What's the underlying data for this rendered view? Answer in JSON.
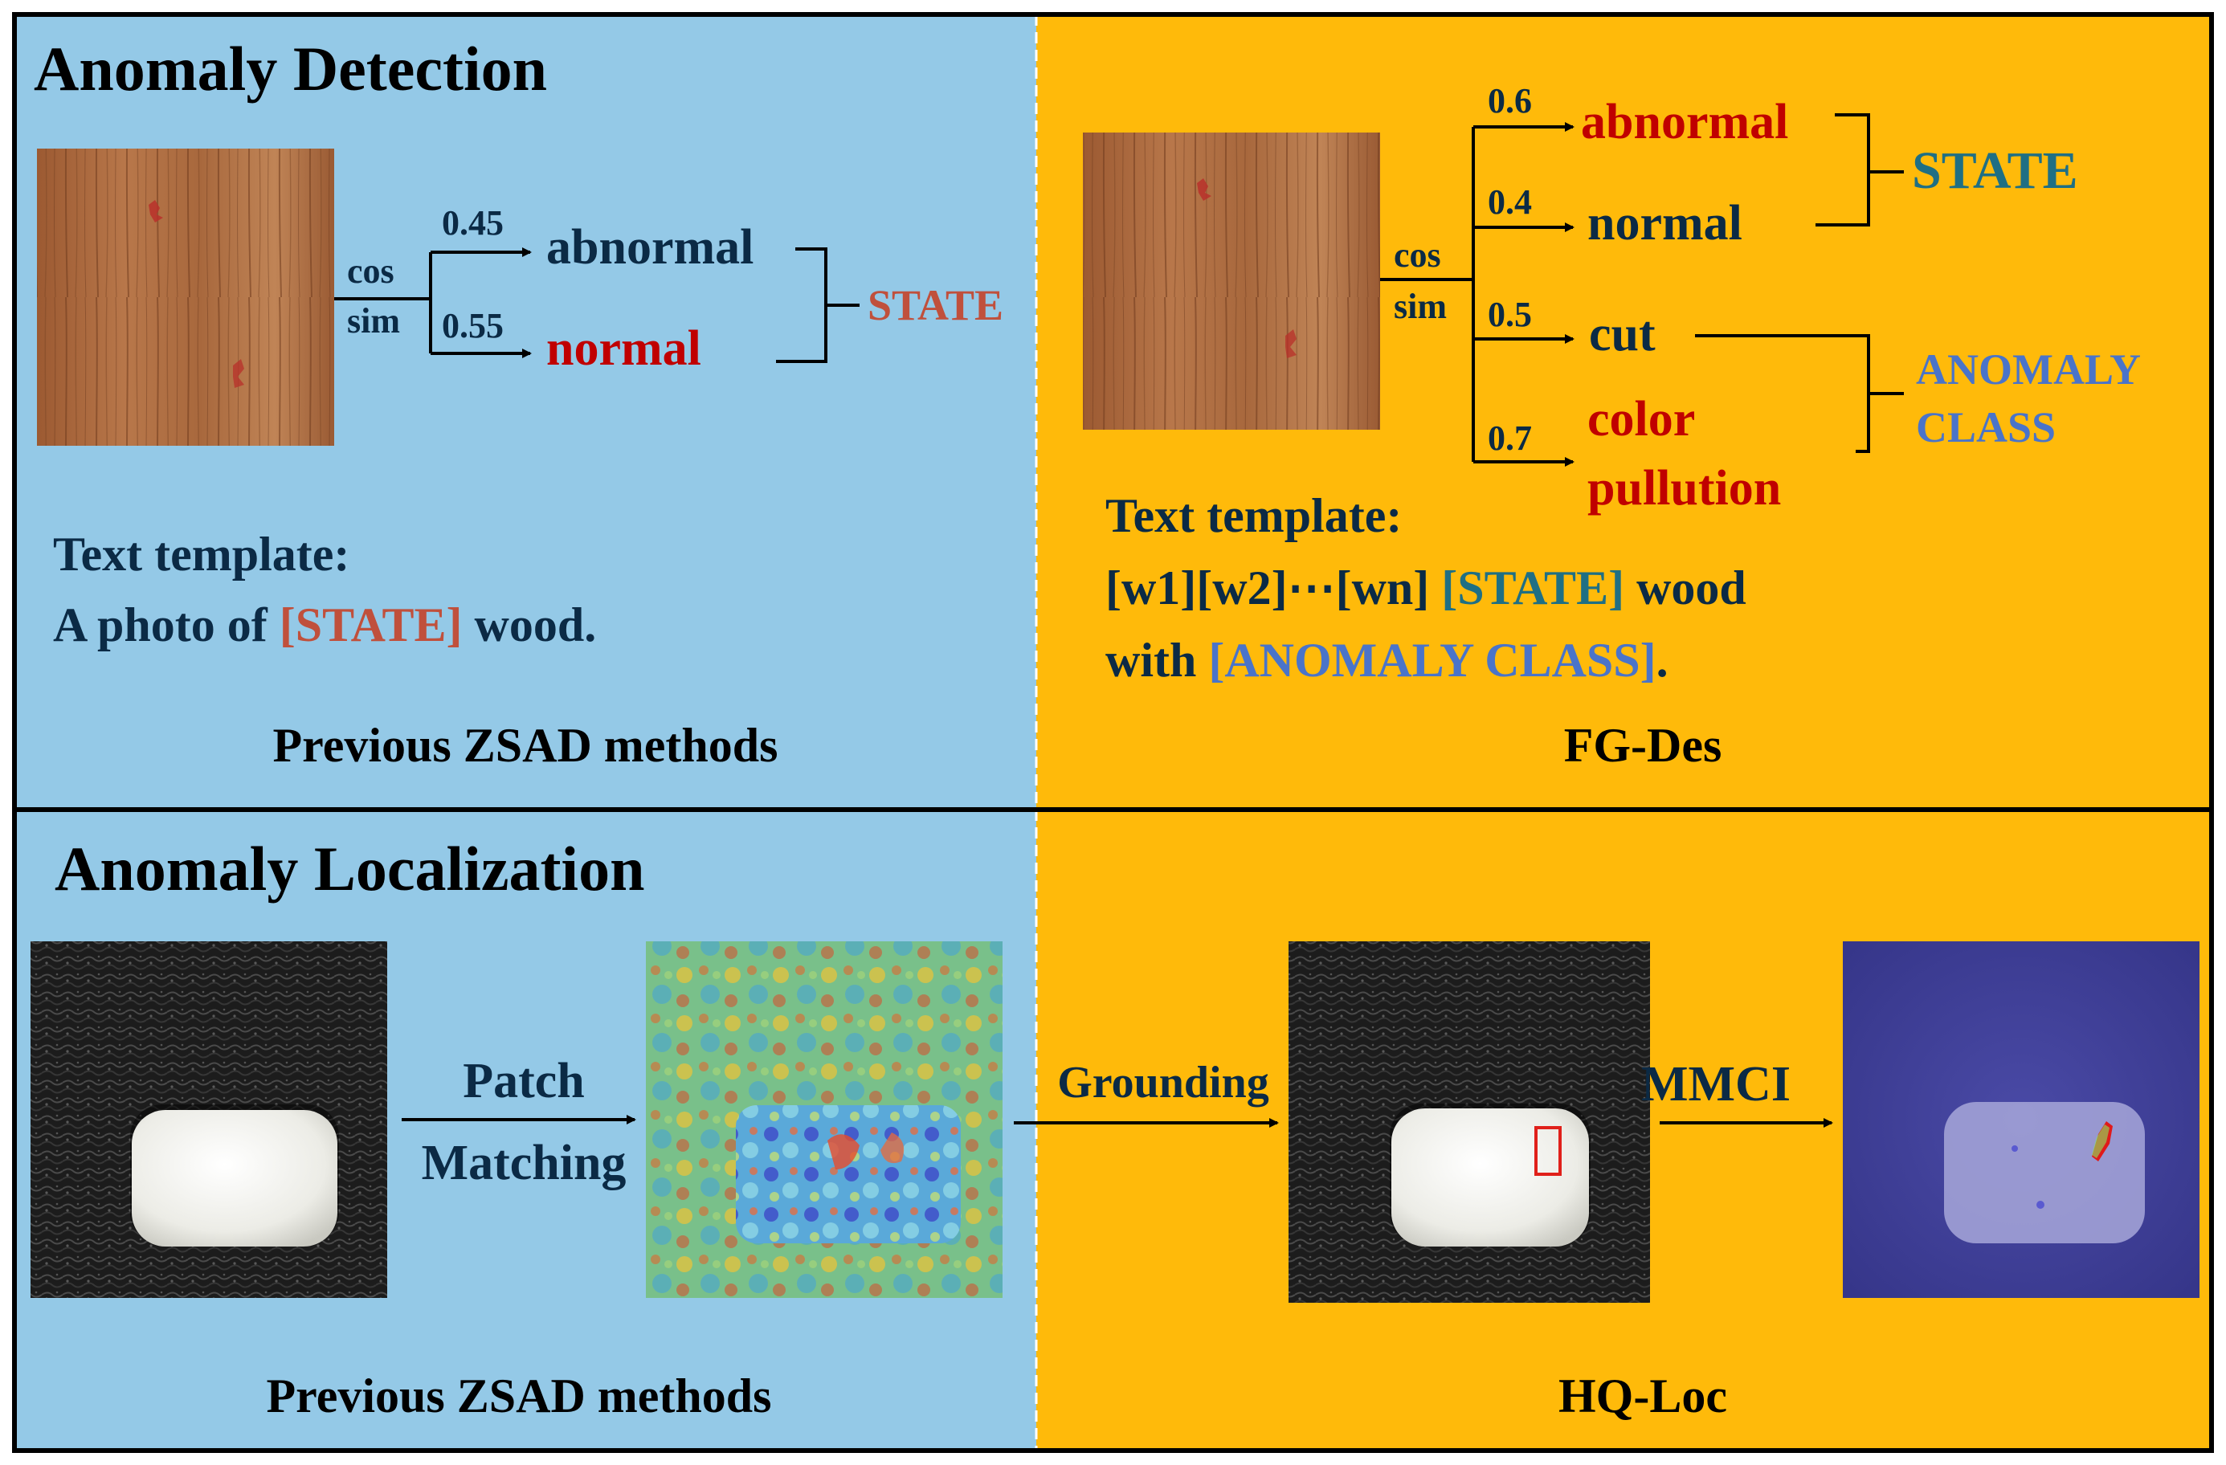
{
  "colors": {
    "left_panel_bg": "#94c9e7",
    "right_panel_bg": "#ffba0a",
    "frame": "#000000",
    "text_dark": "#0b2a45",
    "text_black": "#000000",
    "red": "#c00000",
    "rust": "#c0503c",
    "teal": "#1f6f84",
    "steel_blue": "#4a74c9"
  },
  "top": {
    "section_title": "Anomaly Detection",
    "left": {
      "image_icon": "wood-texture-image",
      "cos_label": "cos",
      "sim_label": "sim",
      "score_abnormal": "0.45",
      "score_normal": "0.55",
      "label_abnormal": "abnormal",
      "label_normal": "normal",
      "group_label": "STATE",
      "template_heading": "Text template:",
      "template_prefix": "A photo of ",
      "template_slot": "[STATE]",
      "template_suffix": " wood.",
      "caption": "Previous ZSAD methods"
    },
    "right": {
      "image_icon": "wood-texture-image",
      "cos_label": "cos",
      "sim_label": "sim",
      "score_abnormal": "0.6",
      "score_normal": "0.4",
      "score_cut": "0.5",
      "score_color": "0.7",
      "label_abnormal": "abnormal",
      "label_normal": "normal",
      "label_cut": "cut",
      "label_color_line1": "color",
      "label_color_line2": "pullution",
      "group_state": "STATE",
      "group_anomaly_line1": "ANOMALY",
      "group_anomaly_line2": "CLASS",
      "template_heading": "Text template:",
      "template_line2_prefix": "[w1][w2]⋯[wn] ",
      "template_line2_slot": "[STATE]",
      "template_line2_suffix": " wood",
      "template_line3_prefix": "with ",
      "template_line3_slot": "[ANOMALY CLASS]",
      "template_line3_suffix": ".",
      "caption": "FG-Des"
    }
  },
  "bottom": {
    "section_title": "Anomaly Localization",
    "left": {
      "input_image_icon": "gum-object-image",
      "heatmap_image_icon": "anomaly-heatmap-image",
      "method_line1": "Patch",
      "method_line2": "Matching",
      "caption": "Previous ZSAD methods"
    },
    "right": {
      "grounding_label": "Grounding",
      "mmci_label": "MMCI",
      "grounded_image_icon": "grounded-box-image",
      "mask_image_icon": "anomaly-mask-image",
      "caption": "HQ-Loc"
    }
  }
}
